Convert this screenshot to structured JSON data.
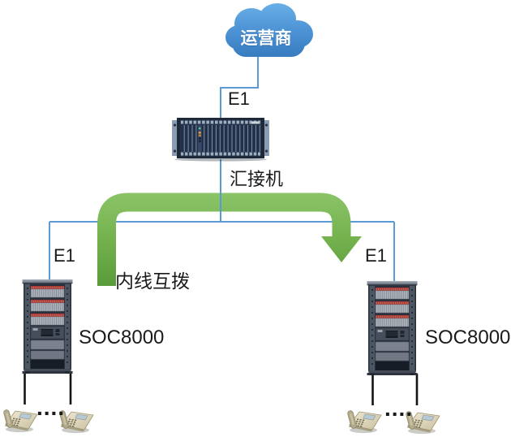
{
  "diagram": {
    "cloud": {
      "label": "运营商"
    },
    "hub": {
      "label": "汇接机"
    },
    "links": {
      "top_e1": "E1",
      "left_e1": "E1",
      "right_e1": "E1"
    },
    "arrow": {
      "label": "内线互拨"
    },
    "racks": [
      {
        "label": "SOC8000"
      },
      {
        "label": "SOC8000"
      }
    ],
    "phones": {
      "left_dots": "....",
      "right_dots": "...."
    },
    "colors": {
      "line_blue": "#5b9bd5",
      "arrow_green_light": "#8cc468",
      "arrow_green_dark": "#599a3a",
      "cloud_top": "#6ab0e8",
      "cloud_bottom": "#3579bd"
    }
  }
}
